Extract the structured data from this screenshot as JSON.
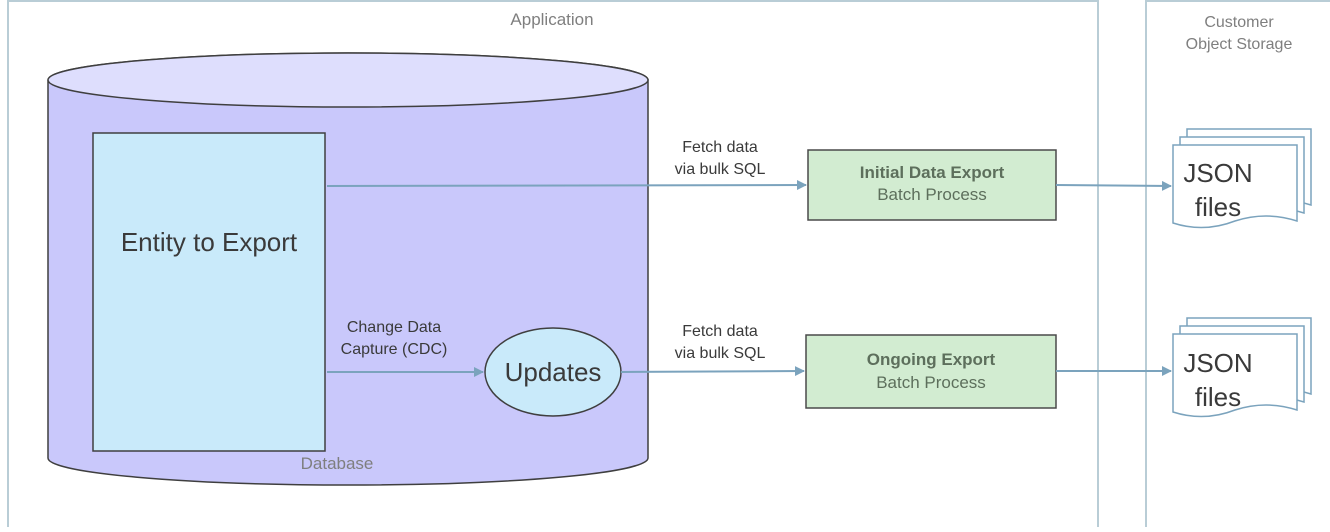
{
  "containers": {
    "application_label": "Application",
    "storage_label_line1": "Customer",
    "storage_label_line2": "Object Storage"
  },
  "database": {
    "label": "Database"
  },
  "entity": {
    "label": "Entity to Export"
  },
  "updates": {
    "label": "Updates"
  },
  "cdc_arrow": {
    "label_line1": "Change Data",
    "label_line2": "Capture (CDC)"
  },
  "fetch_initial": {
    "label_line1": "Fetch data",
    "label_line2": "via bulk SQL"
  },
  "fetch_ongoing": {
    "label_line1": "Fetch data",
    "label_line2": "via bulk SQL"
  },
  "initial_process": {
    "title": "Initial Data Export",
    "subtitle": "Batch Process"
  },
  "ongoing_process": {
    "title": "Ongoing Export",
    "subtitle": "Batch Process"
  },
  "json_top": {
    "line1": "JSON",
    "line2": "files"
  },
  "json_bottom": {
    "line1": "JSON",
    "line2": "files"
  },
  "colors": {
    "container_border": "#b9cdd6",
    "container_label": "#7f7f7f",
    "db_fill": "#c9c8fb",
    "db_top_fill": "#dedefd",
    "db_stroke": "#3f3f3f",
    "entity_fill": "#c9eafa",
    "updates_fill": "#c9eafa",
    "process_fill": "#d2ecd1",
    "process_stroke": "#4a4a4a",
    "process_title": "#5d6f5c",
    "arrow": "#7ba3bd",
    "text_dark": "#3a3a3a"
  }
}
